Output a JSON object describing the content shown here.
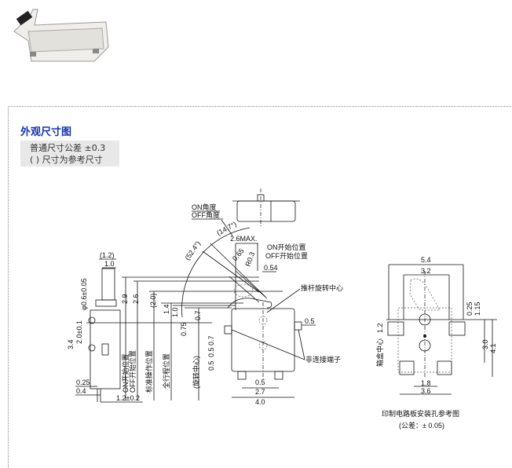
{
  "section_title": "外观尺寸图",
  "notes": [
    "普通尺寸公差 ±0.3",
    "( ) 尺寸为参考尺寸"
  ],
  "main_drawing": {
    "angle_labels": [
      "ON角度",
      "OFF角度"
    ],
    "angle_values": [
      "(14.7°)",
      "(52.4°)"
    ],
    "lever_dims": [
      "2.6MAX.",
      "0.65",
      "R0.3",
      "0.54"
    ],
    "start_pos_labels": [
      "ON开始位置",
      "OFF开始位置"
    ],
    "pivot_label": "推杆旋转中心",
    "nonconnect_label": "非连接端子",
    "side_dims": [
      "(1.2)",
      "1.0",
      "φ0.6±0.05",
      "2.0±0.1",
      "3.4",
      "0.25",
      "0.4",
      "1.2±0.2"
    ],
    "height_dims": [
      "2.9",
      "2.6",
      "(2.0)",
      "1.4",
      "1.0",
      "0.7",
      "0.75"
    ],
    "position_labels": [
      "ON开始位置",
      "OFF开始位置",
      "标准操作位置",
      "全行程位置",
      "(旋转中心)"
    ],
    "body_dims": [
      "0.5",
      "0.7",
      "0.5",
      "0.5",
      "0.5",
      "2.7",
      "4.0"
    ]
  },
  "pcb_drawing": {
    "dims": [
      "5.4",
      "3.2",
      "0.25",
      "1.15",
      "3.0",
      "4.1",
      "1.8",
      "3.6"
    ],
    "center_label": "箱盒中心",
    "center_dim": "1.2",
    "caption": "印制电路板安装孔参考图",
    "tolerance": "(公差：± 0.05)"
  }
}
